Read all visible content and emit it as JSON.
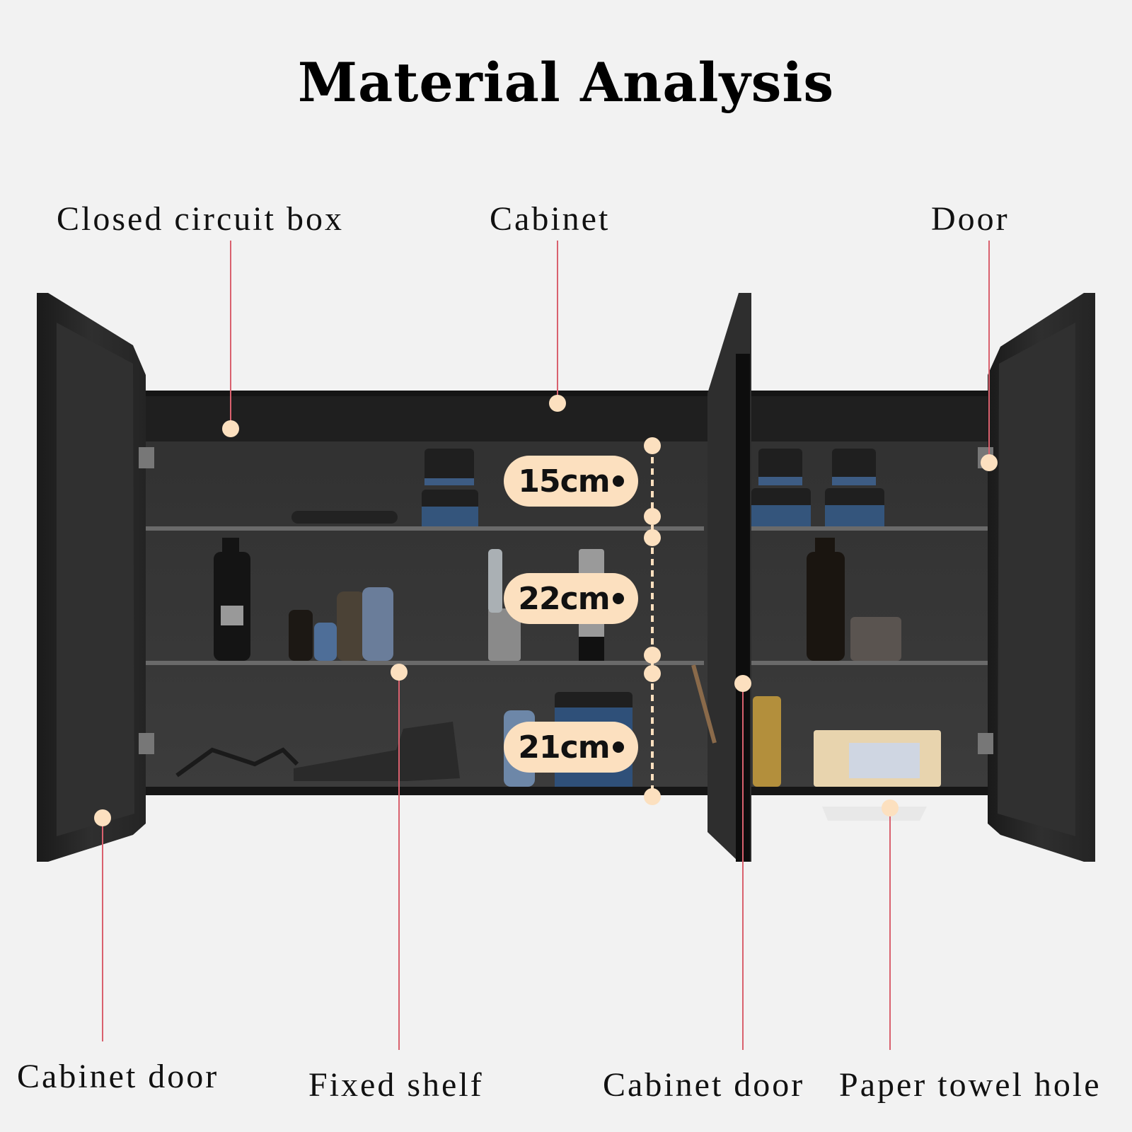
{
  "title": "Material Analysis",
  "callouts": {
    "closed_circuit_box": "Closed circuit box",
    "cabinet": "Cabinet",
    "door": "Door",
    "cabinet_door_left": "Cabinet door",
    "fixed_shelf": "Fixed shelf",
    "cabinet_door_right": "Cabinet door",
    "paper_towel_hole": "Paper towel hole"
  },
  "dimensions": [
    {
      "label": "15cm"
    },
    {
      "label": "22cm"
    },
    {
      "label": "21cm"
    }
  ],
  "colors": {
    "background": "#f2f2f2",
    "leader_line": "#d9616e",
    "marker": "#fce0bf",
    "cabinet": "#2a2a2a"
  }
}
